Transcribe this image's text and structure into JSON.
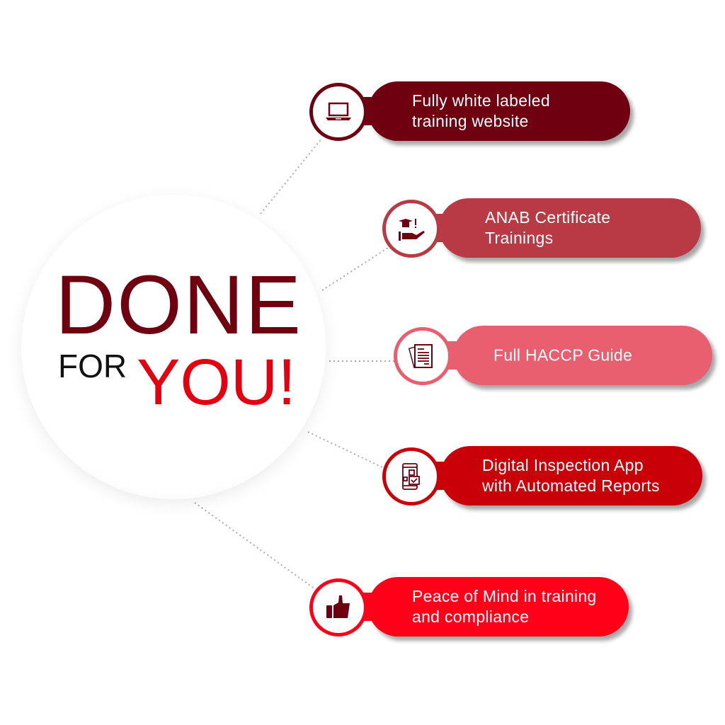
{
  "headline": {
    "line1": "DONE",
    "line2a": "FOR",
    "line2b": "YOU!"
  },
  "colors": {
    "dark_red": "#6e0010",
    "accent_red": "#e3000f"
  },
  "items": [
    {
      "label_1": "Fully white labeled",
      "label_2": "training website",
      "icon": "laptop-icon",
      "color": "#6e0010"
    },
    {
      "label_1": "ANAB Certificate",
      "label_2": "Trainings",
      "icon": "graduation-hand-icon",
      "color": "#b83a44"
    },
    {
      "label_1": "Full HACCP Guide",
      "label_2": "",
      "icon": "documents-icon",
      "color": "#e86070"
    },
    {
      "label_1": "Digital Inspection App",
      "label_2": "with Automated Reports",
      "icon": "mobile-app-icon",
      "color": "#c90008"
    },
    {
      "label_1": "Peace of Mind in training",
      "label_2": "and compliance",
      "icon": "thumbs-up-icon",
      "color": "#ff0018"
    }
  ]
}
